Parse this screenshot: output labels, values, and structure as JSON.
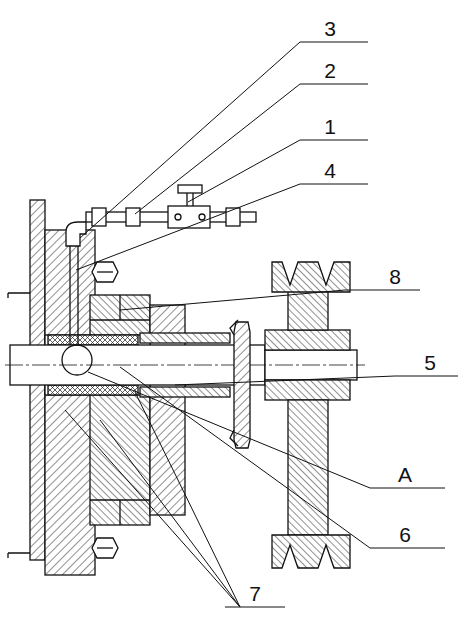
{
  "diagram": {
    "labels": [
      "3",
      "2",
      "1",
      "4",
      "8",
      "5",
      "A",
      "6",
      "7"
    ]
  }
}
